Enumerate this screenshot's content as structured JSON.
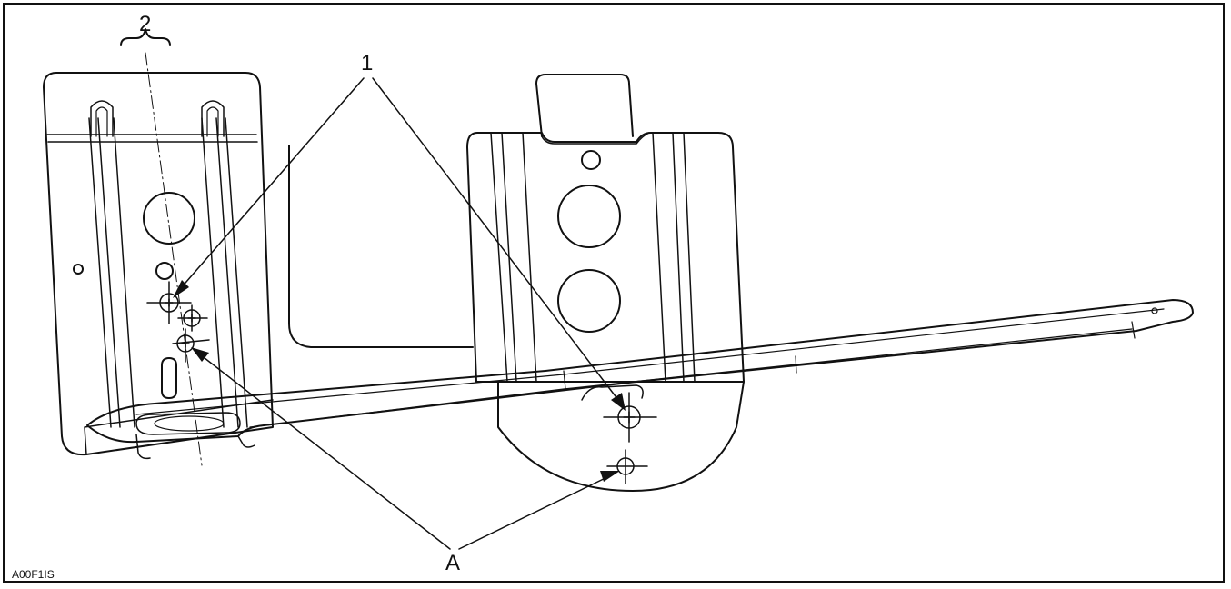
{
  "figure": {
    "code": "A00F1IS",
    "callouts": {
      "one": "1",
      "two": "2",
      "a": "A"
    }
  }
}
